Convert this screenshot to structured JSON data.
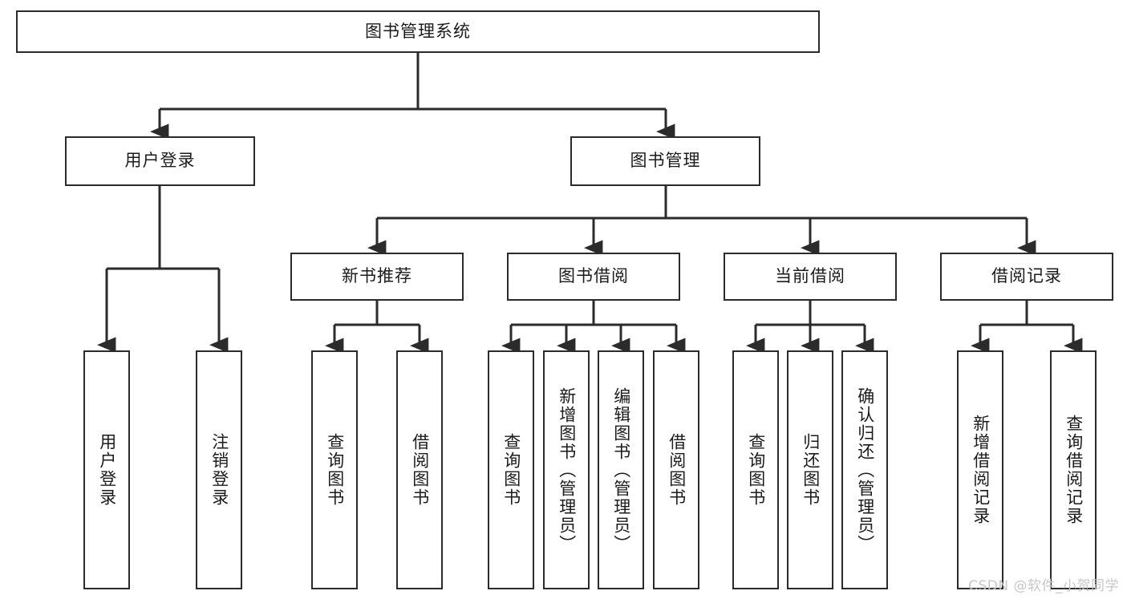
{
  "diagram": {
    "type": "tree-hierarchy",
    "title": "图书管理系统",
    "watermark": "CSDN @软件_小贺同学",
    "colors": {
      "stroke": "#2b2b2b",
      "background": "#ffffff",
      "text": "#1b1b1b",
      "watermark": "#c7c7c7"
    },
    "levels": {
      "root": {
        "label": "图书管理系统"
      },
      "level2": [
        {
          "label": "用户登录"
        },
        {
          "label": "图书管理"
        }
      ],
      "level3": [
        {
          "label": "新书推荐"
        },
        {
          "label": "图书借阅"
        },
        {
          "label": "当前借阅"
        },
        {
          "label": "借阅记录"
        }
      ],
      "leaves": {
        "user_login": [
          {
            "label": "用户登录"
          },
          {
            "label": "注销登录"
          }
        ],
        "new_book": [
          {
            "label": "查询图书"
          },
          {
            "label": "借阅图书"
          }
        ],
        "book_borrow": [
          {
            "label": "查询图书"
          },
          {
            "label": "新增图书（管理员）"
          },
          {
            "label": "编辑图书（管理员）"
          },
          {
            "label": "借阅图书"
          }
        ],
        "current_borrow": [
          {
            "label": "查询图书"
          },
          {
            "label": "归还图书"
          },
          {
            "label": "确认归还（管理员）"
          }
        ],
        "borrow_record": [
          {
            "label": "新增借阅记录"
          },
          {
            "label": "查询借阅记录"
          }
        ]
      }
    }
  }
}
